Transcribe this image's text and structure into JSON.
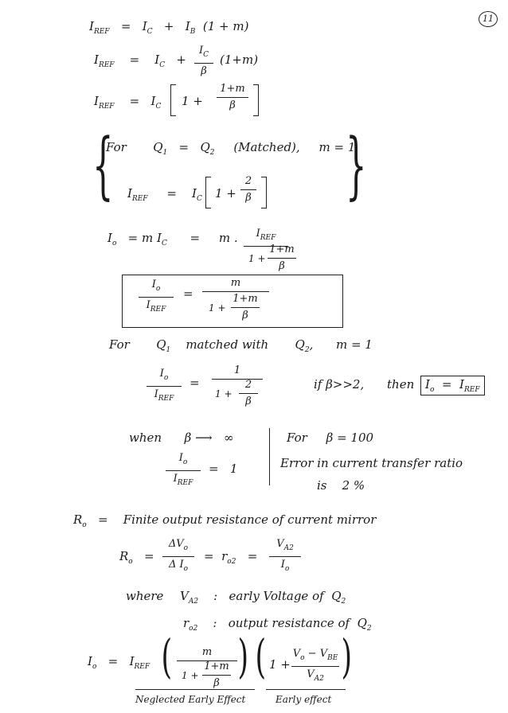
{
  "page_number": "11",
  "eq1": {
    "lhs": "I",
    "lhs_sub": "REF",
    "eq": "=",
    "ic": "I",
    "ic_sub": "C",
    "plus": "+",
    "ib": "I",
    "ib_sub": "B",
    "tail": "(1 + m)"
  },
  "eq2": {
    "lhs": "I",
    "lhs_sub": "REF",
    "eq": "=",
    "ic": "I",
    "ic_sub": "C",
    "plus": "+",
    "num": "I",
    "num_sub": "C",
    "den": "β",
    "tail": "(1+m)"
  },
  "eq3": {
    "lhs": "I",
    "lhs_sub": "REF",
    "eq": "=",
    "ic": "I",
    "ic_sub": "C",
    "one": "1 +",
    "num": "1+m",
    "den": "β"
  },
  "matched": {
    "for": "For",
    "q1": "Q",
    "q1_sub": "1",
    "eq": "=",
    "q2": "Q",
    "q2_sub": "2",
    "note": "(Matched),",
    "m": "m = 1"
  },
  "eq4": {
    "lhs": "I",
    "lhs_sub": "REF",
    "eq": "=",
    "ic": "I",
    "ic_sub": "C",
    "one": "1 +",
    "num": "2",
    "den": "β"
  },
  "eq5": {
    "lhs": "I",
    "lhs_sub": "o",
    "eq": "= m I",
    "ic_sub": "C",
    "eq2": "=",
    "m": "m .",
    "num": "I",
    "num_sub": "REF",
    "den_one": "1 +",
    "den_num": "1+m",
    "den_den": "β"
  },
  "eq6": {
    "num": "I",
    "num_sub": "o",
    "den": "I",
    "den_sub": "REF",
    "eq": "=",
    "rnum": "m",
    "rden_one": "1 +",
    "rden_num": "1+m",
    "rden_den": "β"
  },
  "matched2": {
    "for": "For",
    "q1": "Q",
    "q1_sub": "1",
    "with": "matched with",
    "q2": "Q",
    "q2_sub": "2",
    "comma": ",",
    "m": "m = 1"
  },
  "eq7": {
    "num": "I",
    "num_sub": "o",
    "den": "I",
    "den_sub": "REF",
    "eq": "=",
    "rnum": "1",
    "rden_one": "1 +",
    "rden_num": "2",
    "rden_den": "β",
    "cond": "if β>>2,",
    "then": "then",
    "box_lhs": "I",
    "box_lhs_sub": "o",
    "box_eq": "=",
    "box_rhs": "I",
    "box_rhs_sub": "REF"
  },
  "limit": {
    "when": "when",
    "beta": "β",
    "arrow": "⟶",
    "inf": "∞",
    "num": "I",
    "num_sub": "o",
    "den": "I",
    "den_sub": "REF",
    "eq": "=",
    "one": "1"
  },
  "error": {
    "for": "For",
    "beta": "β = 100",
    "line1": "Error in current transfer ratio",
    "line2": "is",
    "pct": "2 %"
  },
  "ro_def": {
    "lhs": "R",
    "lhs_sub": "o",
    "eq": "=",
    "text": "Finite output resistance of current mirror"
  },
  "eq8": {
    "lhs": "R",
    "lhs_sub": "o",
    "eq": "=",
    "num": "ΔV",
    "num_sub": "o",
    "den": "Δ I",
    "den_sub": "o",
    "eq2": "=",
    "ro": "r",
    "ro_sub": "o2",
    "eq3": "=",
    "num2": "V",
    "num2_sub": "A2",
    "den2": "I",
    "den2_sub": "o"
  },
  "where": {
    "label": "where",
    "va": "V",
    "va_sub": "A2",
    "colon": ":",
    "va_desc": "early Voltage of",
    "q": "Q",
    "q_sub": "2",
    "ro": "r",
    "ro_sub": "o2",
    "colon2": ":",
    "ro_desc": "output resistance of",
    "q2": "Q",
    "q2_sub": "2"
  },
  "eq9": {
    "lhs": "I",
    "lhs_sub": "o",
    "eq": "=",
    "iref": "I",
    "iref_sub": "REF",
    "num": "m",
    "den_one": "1 +",
    "den_num": "1+m",
    "den_den": "β",
    "one": "1 +",
    "num2": "V",
    "num2_sub": "o",
    "minus": "− V",
    "minus_sub": "BE",
    "den2": "V",
    "den2_sub": "A2",
    "label1": "Neglected Early Effect",
    "label2": "Early effect"
  }
}
